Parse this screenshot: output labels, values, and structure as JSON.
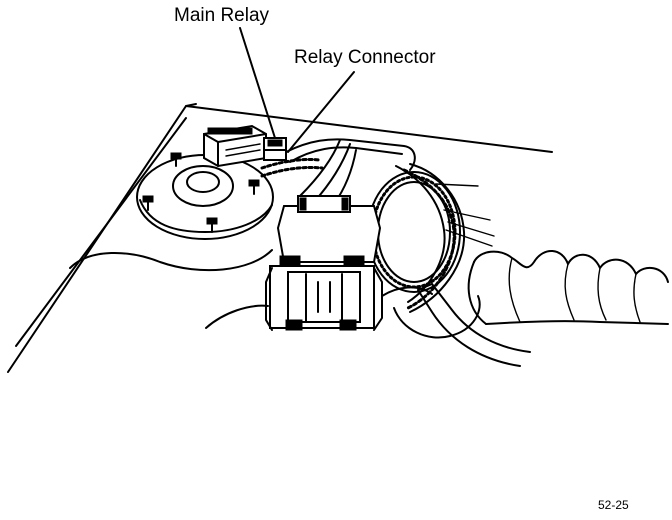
{
  "callouts": {
    "main_relay": "Main Relay",
    "relay_connector": "Relay Connector"
  },
  "figure_code": "52-25"
}
